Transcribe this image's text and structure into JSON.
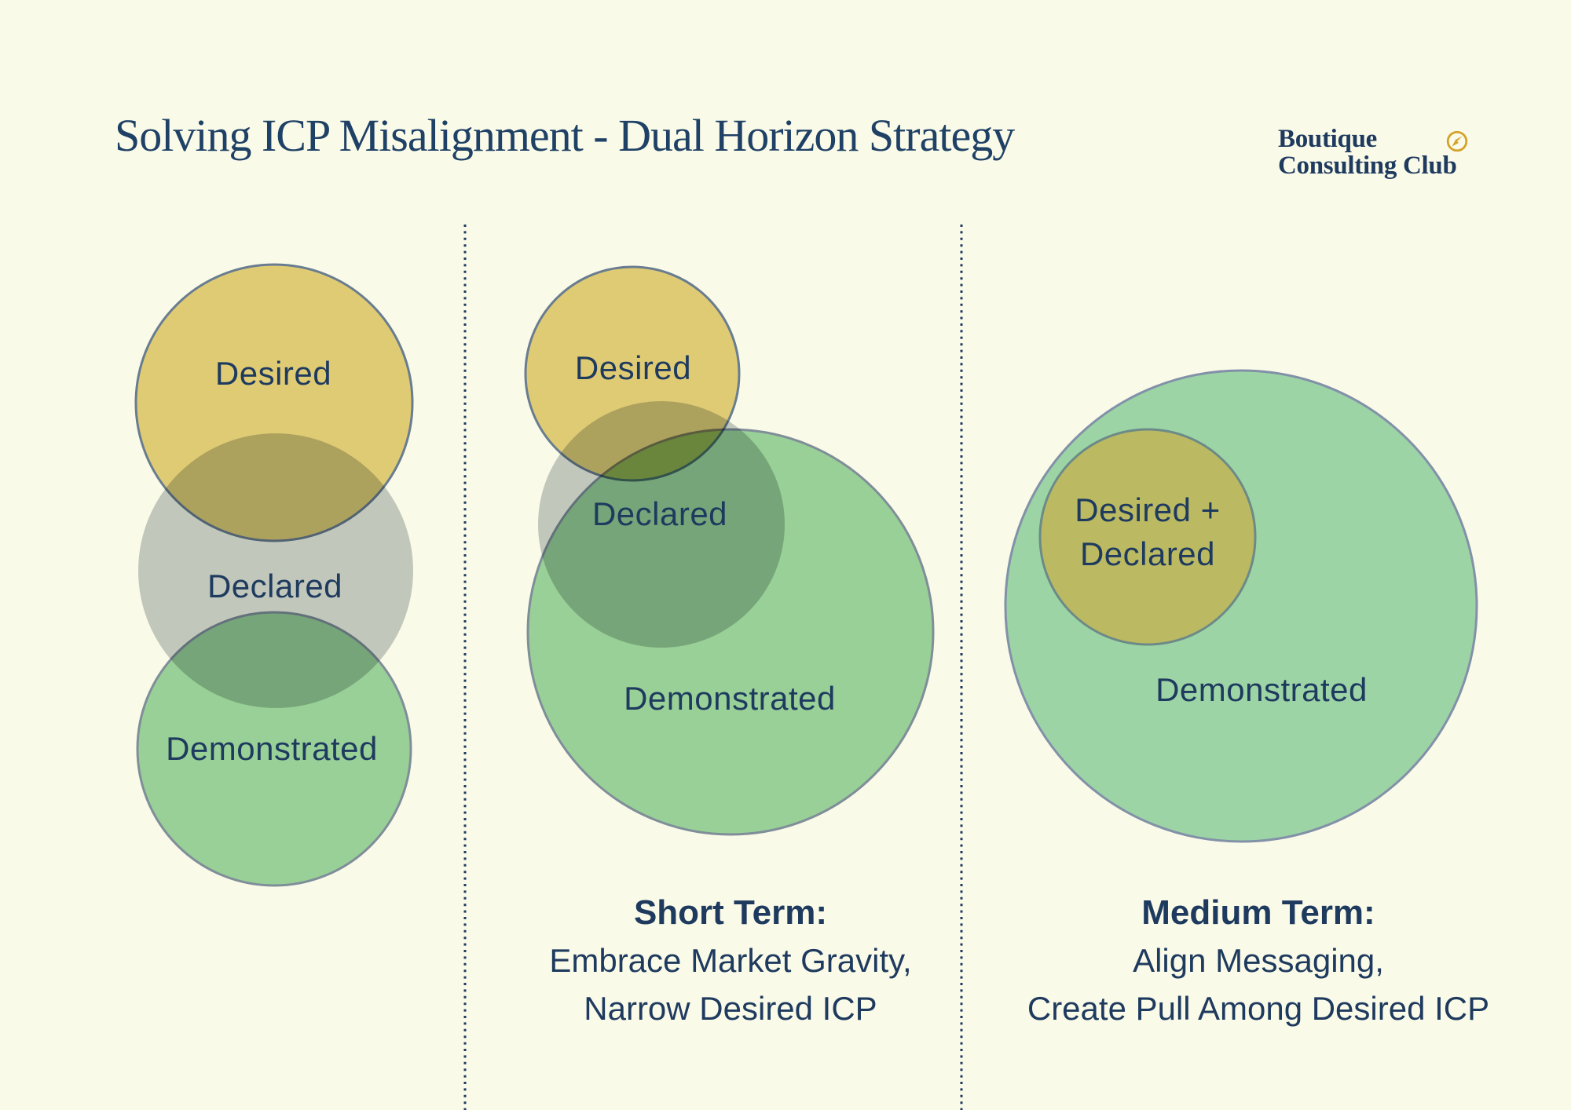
{
  "header": {
    "title": "Solving ICP Misalignment - Dual Horizon Strategy"
  },
  "logo": {
    "line1": "Boutique",
    "line2": "Consulting Club",
    "icon": "compass-icon"
  },
  "diagram": {
    "left_panel": {
      "desired_label": "Desired",
      "declared_label": "Declared",
      "demonstrated_label": "Demonstrated"
    },
    "middle_panel": {
      "desired_label": "Desired",
      "declared_label": "Declared",
      "demonstrated_label": "Demonstrated",
      "footer": {
        "heading": "Short Term:",
        "line1": "Embrace Market Gravity,",
        "line2": "Narrow Desired ICP"
      }
    },
    "right_panel": {
      "inner_label_line1": "Desired +",
      "inner_label_line2": "Declared",
      "demonstrated_label": "Demonstrated",
      "footer": {
        "heading": "Medium Term:",
        "line1": "Align Messaging,",
        "line2": "Create Pull Among Desired ICP"
      }
    }
  },
  "colors": {
    "background": "#FAFAE8",
    "text_navy": "#1E3A5E",
    "title_navy": "#1F4166",
    "gold": "#D4A22A",
    "yellow_circle": "#E5CF81",
    "gray_circle": "#C5CBCD",
    "green_circle": "#9CD4A6",
    "olive_circle": "#BBB962",
    "yellow_stroke": "#6B7F9E",
    "green_stroke": "#8291A8",
    "olive_stroke": "#6C8A87",
    "divider_dot": "#1E3A5E"
  }
}
